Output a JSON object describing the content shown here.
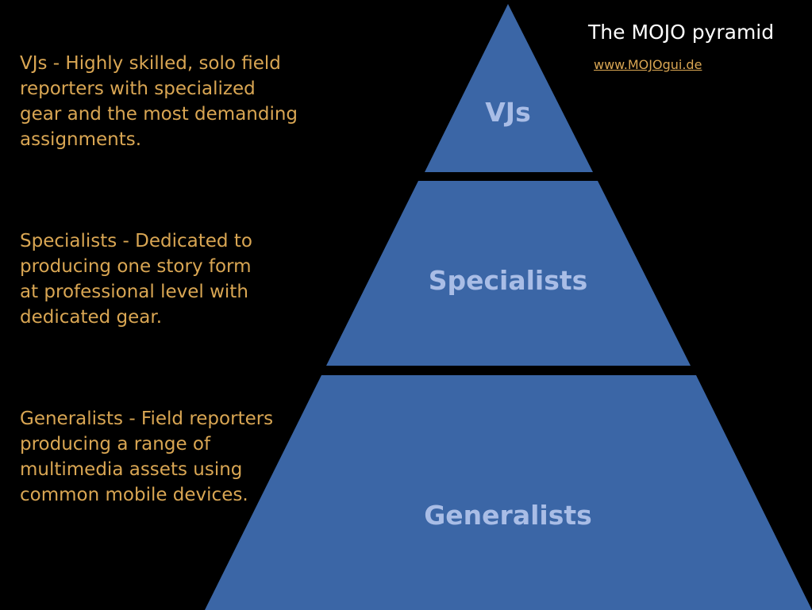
{
  "header": {
    "title": "The MOJO pyramid",
    "url": "www.MOJOgui.de"
  },
  "tiers": [
    {
      "label": "VJs",
      "description_lines": [
        "VJs - Highly skilled, solo field",
        "reporters with specialized",
        "gear and the most demanding",
        "assignments."
      ]
    },
    {
      "label": "Specialists",
      "description_lines": [
        "Specialists - Dedicated to",
        "producing one story form",
        "at professional level with",
        "dedicated gear."
      ]
    },
    {
      "label": "Generalists",
      "description_lines": [
        "Generalists - Field reporters",
        "producing a range of",
        "multimedia assets using",
        "common mobile devices."
      ]
    }
  ],
  "colors": {
    "background": "#000000",
    "pyramid_fill": "#3b66a6",
    "tier_label": "#a9bde6",
    "description_text": "#d9a653",
    "title_text": "#ffffff",
    "url_text": "#d9a653"
  }
}
